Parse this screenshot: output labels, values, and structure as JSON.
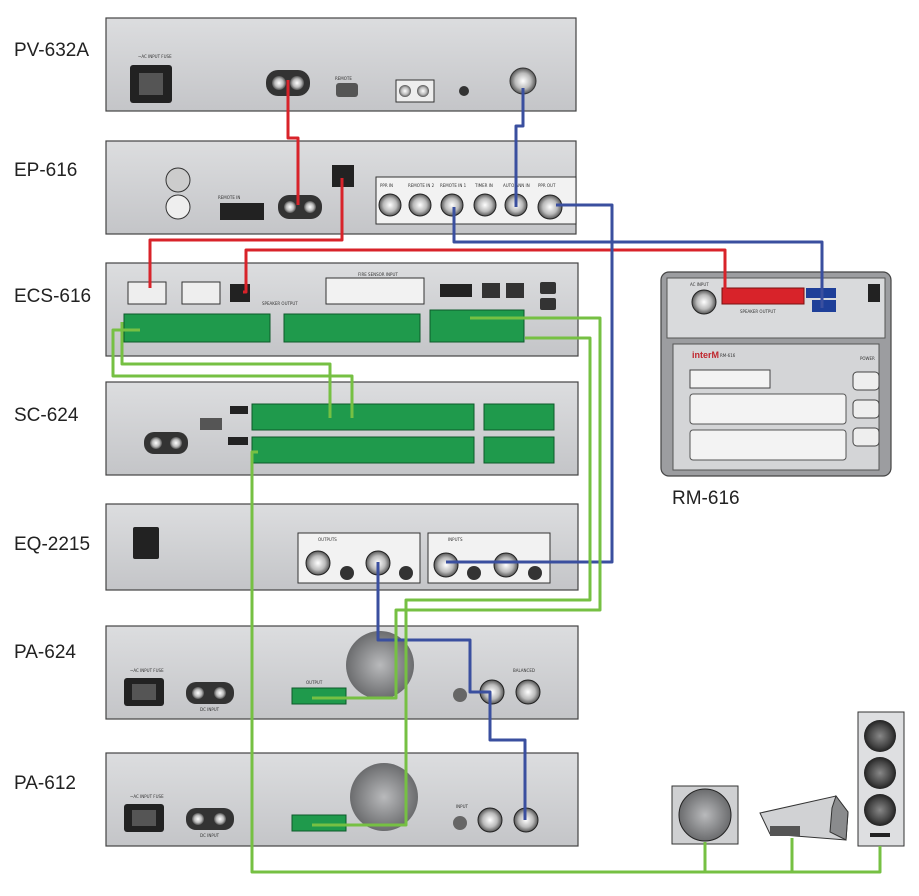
{
  "devices": {
    "pv632a": {
      "label": "PV-632A"
    },
    "ep616": {
      "label": "EP-616"
    },
    "ecs616": {
      "label": "ECS-616"
    },
    "sc624": {
      "label": "SC-624"
    },
    "eq2215": {
      "label": "EQ-2215"
    },
    "pa624": {
      "label": "PA-624"
    },
    "pa612": {
      "label": "PA-612"
    },
    "rm616": {
      "label": "RM-616",
      "brand": "inter",
      "brand_suffix": "M",
      "model_text": "RM-616"
    }
  },
  "panel_text": {
    "pv_ac": "~AC INPUT FUSE",
    "pv_remote": "REMOTE",
    "ep_remote": "REMOTE IN",
    "ep_jacks": [
      "PPR IN",
      "REMOTE IN 2",
      "REMOTE IN 1",
      "TIMER IN",
      "AUTO ANN IN",
      "PPR OUT"
    ],
    "ecs_speaker_output": "SPEAKER OUTPUT",
    "ecs_fire_sensor": "FIRE SENSOR INPUT",
    "eq_outputs": "OUTPUTS",
    "eq_inputs": "INPUTS",
    "pa_ac": "~AC INPUT FUSE",
    "pa_dc": "DC INPUT",
    "pa_output": "OUTPUT",
    "pa_input": "INPUT",
    "pa_balanced": "BALANCED",
    "rm_speaker_output": "SPEAKER OUTPUT",
    "rm_ac": "AC INPUT",
    "rm_power": "POWER"
  },
  "colors": {
    "red_wire": "#d8232a",
    "blue_wire": "#3a4f9f",
    "green_wire": "#76c043",
    "panel": "#cfd0d2",
    "terminal_green": "#1f9a4c"
  },
  "icons": {
    "speaker": "ceiling-speaker-icon",
    "horn": "horn-speaker-icon",
    "column": "column-speaker-icon"
  }
}
